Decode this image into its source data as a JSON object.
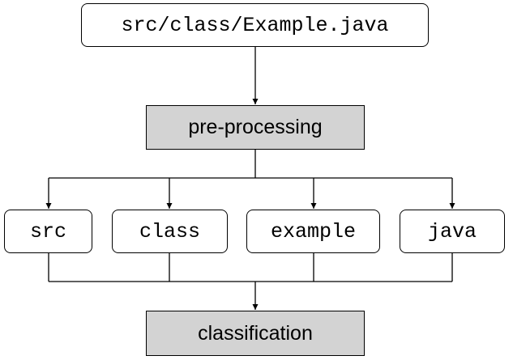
{
  "diagram": {
    "input_label": "src/class/Example.java",
    "preprocess_label": "pre-processing",
    "tokens": [
      "src",
      "class",
      "example",
      "java"
    ],
    "output_label": "classification"
  },
  "colors": {
    "process_fill": "#d3d3d3",
    "token_fill": "#ffffff",
    "stroke": "#000000"
  }
}
